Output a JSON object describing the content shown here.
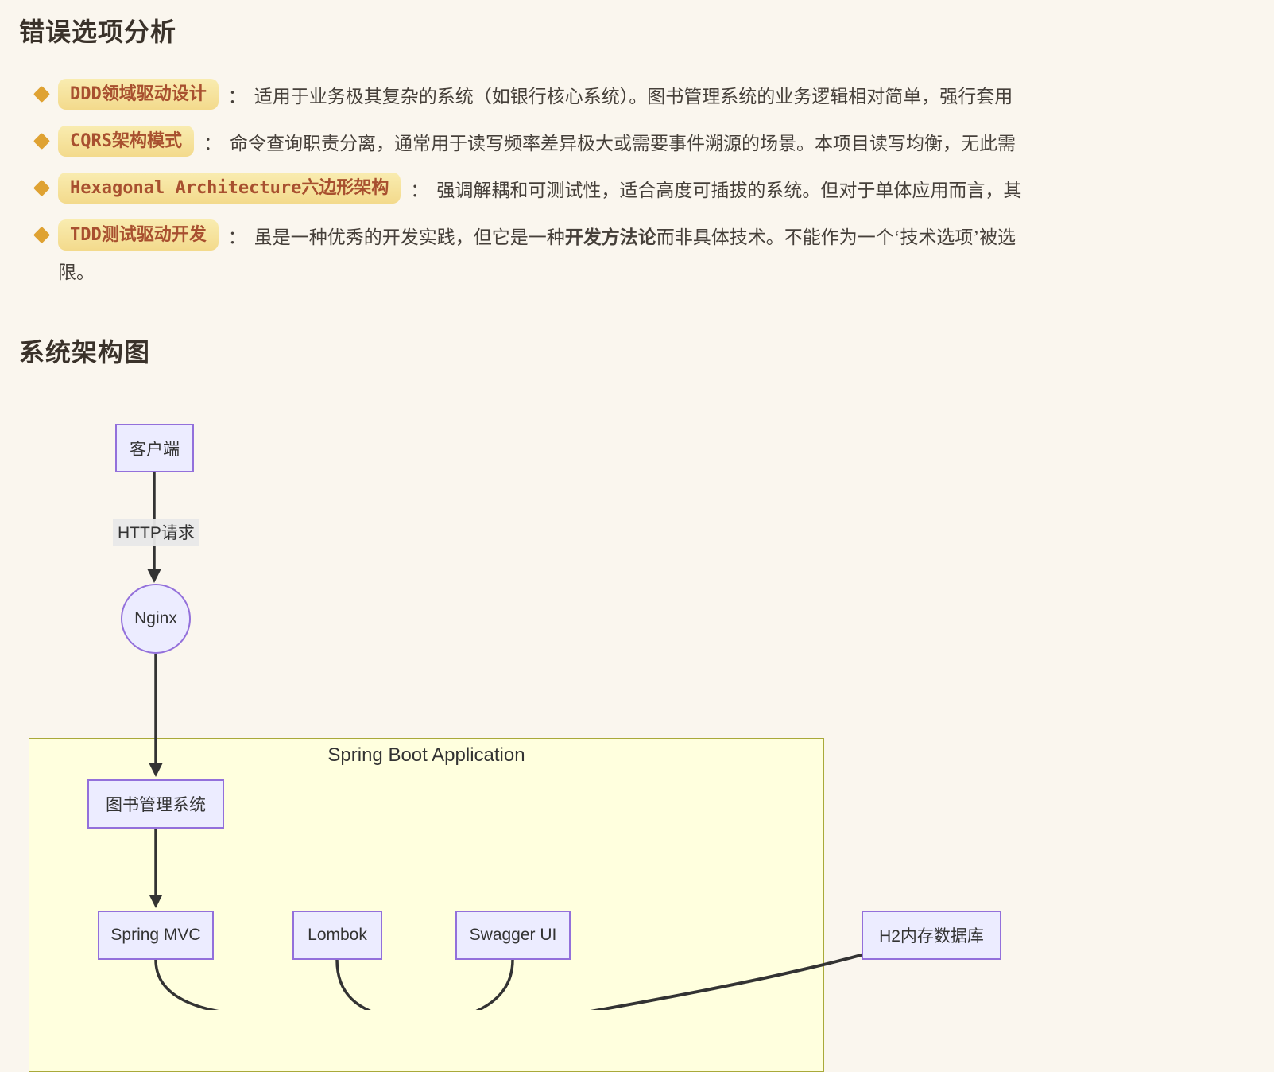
{
  "analysis": {
    "title": "错误选项分析",
    "items": [
      {
        "badge": "DDD领域驱动设计",
        "colon": "：",
        "text": "适用于业务极其复杂的系统（如银行核心系统）。图书管理系统的业务逻辑相对简单，强行套用"
      },
      {
        "badge": "CQRS架构模式",
        "colon": "：",
        "text": "命令查询职责分离，通常用于读写频率差异极大或需要事件溯源的场景。本项目读写均衡，无此需"
      },
      {
        "badge": "Hexagonal Architecture六边形架构",
        "colon": "：",
        "text": "强调解耦和可测试性，适合高度可插拔的系统。但对于单体应用而言，其"
      },
      {
        "badge": "TDD测试驱动开发",
        "colon": "：",
        "text_before_bold": "虽是一种优秀的开发实践，但它是一种",
        "bold_text": "开发方法论",
        "text_after_bold": "而非具体技术。不能作为一个‘技术选项’被选",
        "continuation": "限。"
      }
    ]
  },
  "architecture": {
    "title": "系统架构图",
    "diagram": {
      "type": "flowchart",
      "subgraph_title": "Spring Boot Application",
      "nodes": {
        "client": "客户端",
        "nginx": "Nginx",
        "system": "图书管理系统",
        "spring_mvc": "Spring MVC",
        "lombok": "Lombok",
        "swagger": "Swagger UI",
        "h2": "H2内存数据库"
      },
      "edge_label_http": "HTTP请求",
      "edges": [
        {
          "from": "客户端",
          "to": "Nginx",
          "label": "HTTP请求"
        },
        {
          "from": "Nginx",
          "to": "图书管理系统",
          "label": ""
        },
        {
          "from": "图书管理系统",
          "to": "Spring MVC",
          "label": ""
        }
      ],
      "edges_continuing_offscreen_from": [
        "Spring MVC",
        "Lombok",
        "Swagger UI",
        "H2内存数据库"
      ]
    }
  },
  "colors": {
    "background": "#FAF6EE",
    "heading_text": "#3A322A",
    "body_text": "#46403A",
    "badge_background_top": "#F9ECB0",
    "badge_background_bottom": "#F3DA8C",
    "badge_text": "#A8502F",
    "bullet_diamond": "#DFA232",
    "node_fill": "#ECECFF",
    "node_border": "#9370DB",
    "subgraph_fill": "#FFFFDE",
    "subgraph_border": "#A9A93A",
    "edge_stroke": "#333333",
    "edge_label_background": "#E8E8E8"
  }
}
